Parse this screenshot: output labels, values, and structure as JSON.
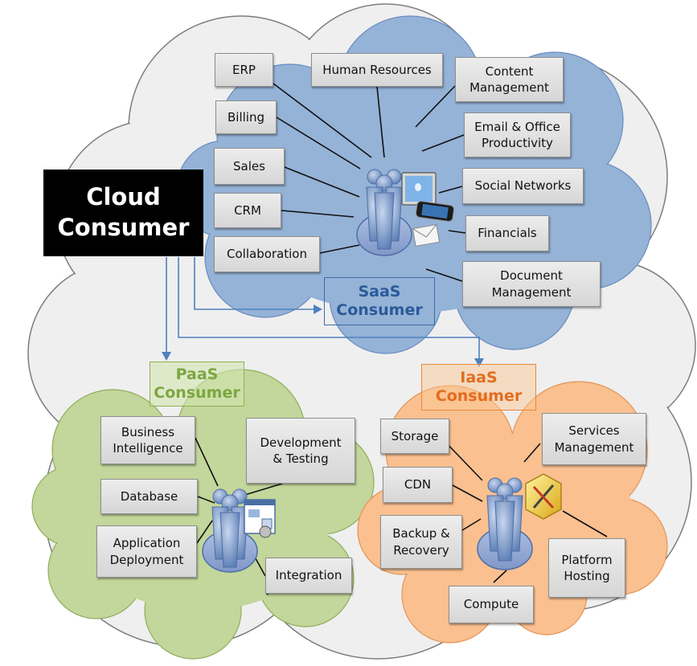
{
  "cloud_consumer": {
    "label": "Cloud\nConsumer"
  },
  "saas": {
    "label": "SaaS\nConsumer",
    "color": "#95b3d7",
    "items": [
      "ERP",
      "Human Resources",
      "Content\nManagement",
      "Billing",
      "Email & Office\nProductivity",
      "Sales",
      "Social Networks",
      "CRM",
      "Financials",
      "Collaboration",
      "Document\nManagement"
    ]
  },
  "paas": {
    "label": "PaaS\nConsumer",
    "color": "#c3d69b",
    "items": [
      "Business\nIntelligence",
      "Development\n& Testing",
      "Database",
      "Application\nDeployment",
      "Integration"
    ]
  },
  "iaas": {
    "label": "IaaS\nConsumer",
    "color": "#fac090",
    "items": [
      "Storage",
      "Services\nManagement",
      "CDN",
      "Backup &\nRecovery",
      "Platform\nHosting",
      "Compute"
    ]
  },
  "icons": [
    "users-icon",
    "laptop-icon",
    "phone-icon",
    "email-icon",
    "application-window-icon",
    "tools-icon"
  ]
}
